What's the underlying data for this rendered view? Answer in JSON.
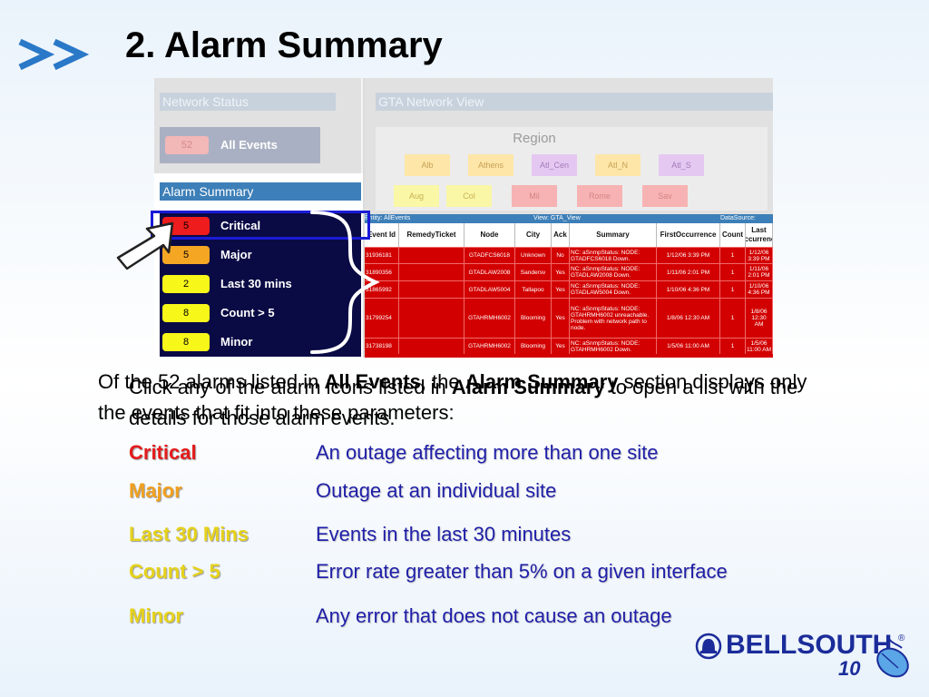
{
  "slide": {
    "title": "2.  Alarm Summary",
    "page_number": "10",
    "logo_text": "BELLSOUTH",
    "logo_reg": "®"
  },
  "left_pane": {
    "network_status_header": "Network Status",
    "all_events": {
      "count": "52",
      "label": "All Events"
    },
    "alarm_summary_header": "Alarm Summary",
    "alarms": [
      {
        "count": "5",
        "label": "Critical",
        "color": "#ee1c1c"
      },
      {
        "count": "5",
        "label": "Major",
        "color": "#f5a623"
      },
      {
        "count": "2",
        "label": "Last 30 mins",
        "color": "#f7f71a"
      },
      {
        "count": "8",
        "label": "Count > 5",
        "color": "#f7f71a"
      },
      {
        "count": "8",
        "label": "Minor",
        "color": "#f7f71a"
      }
    ]
  },
  "network_view": {
    "header": "GTA Network View",
    "region_title": "Region",
    "regions_row1": [
      {
        "label": "Alb",
        "color": "#fde6a8",
        "text": "#c8a055"
      },
      {
        "label": "Athens",
        "color": "#fde6a8",
        "text": "#c8a055"
      },
      {
        "label": "Atl_Cen",
        "color": "#e5c8f2",
        "text": "#a27ab8"
      },
      {
        "label": "Atl_N",
        "color": "#fde6a8",
        "text": "#c8a055"
      },
      {
        "label": "Atl_S",
        "color": "#e5c8f2",
        "text": "#a27ab8"
      }
    ],
    "regions_row2": [
      {
        "label": "Aug",
        "color": "#faf7a6",
        "text": "#c8b055"
      },
      {
        "label": "Col",
        "color": "#faf7a6",
        "text": "#c8b055"
      },
      {
        "label": "Mil",
        "color": "#f7b3b3",
        "text": "#d48585"
      },
      {
        "label": "Rome",
        "color": "#f7b3b3",
        "text": "#d48585"
      },
      {
        "label": "Sav",
        "color": "#f7b3b3",
        "text": "#d48585"
      }
    ]
  },
  "event_table": {
    "entity": "Entity: AllEvents",
    "view": "View: GTA_View",
    "datasource": "DataSource: BELLSTH",
    "columns": [
      "Event Id",
      "RemedyTicket",
      "Node",
      "City",
      "Ack",
      "Summary",
      "FirstOccurrence",
      "Count",
      "Last Occurrence"
    ],
    "rows": [
      [
        "31936181",
        "",
        "GTADFCS6018",
        "Unknown",
        "No",
        "NC: aSnmpStatus: NODE: GTADFCS6018 Down.",
        "1/12/06 3:39 PM",
        "1",
        "1/12/06 3:39 PM"
      ],
      [
        "31890356",
        "",
        "GTADLAW2008",
        "Sandersv",
        "Yes",
        "NC: aSnmpStatus: NODE: GTADLAW2008 Down.",
        "1/11/06 2:01 PM",
        "1",
        "1/11/06 2:01 PM"
      ],
      [
        "31865992",
        "",
        "GTADLAW5004",
        "Tallapoo",
        "Yes",
        "NC: aSnmpStatus: NODE: GTADLAW5004 Down.",
        "1/10/06 4:36 PM",
        "1",
        "1/10/06 4:36 PM"
      ],
      [
        "31799254",
        "",
        "GTAHRMH6002",
        "Blooming",
        "Yes",
        "NC: aSnmpStatus: NODE: GTAHRMH6002 unreachable. Problem with network path to node.",
        "1/8/06 12:30 AM",
        "1",
        "1/8/06 12:30 AM"
      ],
      [
        "31738198",
        "",
        "GTAHRMH6002",
        "Blooming",
        "Yes",
        "NC: aSnmpStatus: NODE: GTAHRMH6002 Down.",
        "1/5/06 11:00 AM",
        "1",
        "1/5/06 11:00 AM"
      ]
    ]
  },
  "text_a": {
    "part1": "Of the 52 alarms listed in ",
    "bold1": "All Events",
    "part2": ", the ",
    "bold2": "Alarm Summary",
    "part3": " section displays only the events that fit into these parameters:"
  },
  "text_b": {
    "part1": "Click any of the alarm icons listed in ",
    "bold1": "Alarm Summary",
    "part2": " to open a list with the details for those alarm events."
  },
  "legend": [
    {
      "term": "Critical",
      "desc": "An outage affecting more than one site",
      "color": "#e41b1b"
    },
    {
      "term": "Major",
      "desc": "Outage at an individual site",
      "color": "#f0a01e"
    },
    {
      "term": "Last 30 Mins",
      "desc": "Events in the last 30 minutes",
      "color": "#e6d21a"
    },
    {
      "term": "Count > 5",
      "desc": "Error rate greater than 5% on a given interface",
      "color": "#e6d21a"
    },
    {
      "term": "Minor",
      "desc": "Any error that does not cause an outage",
      "color": "#e6d21a"
    }
  ]
}
